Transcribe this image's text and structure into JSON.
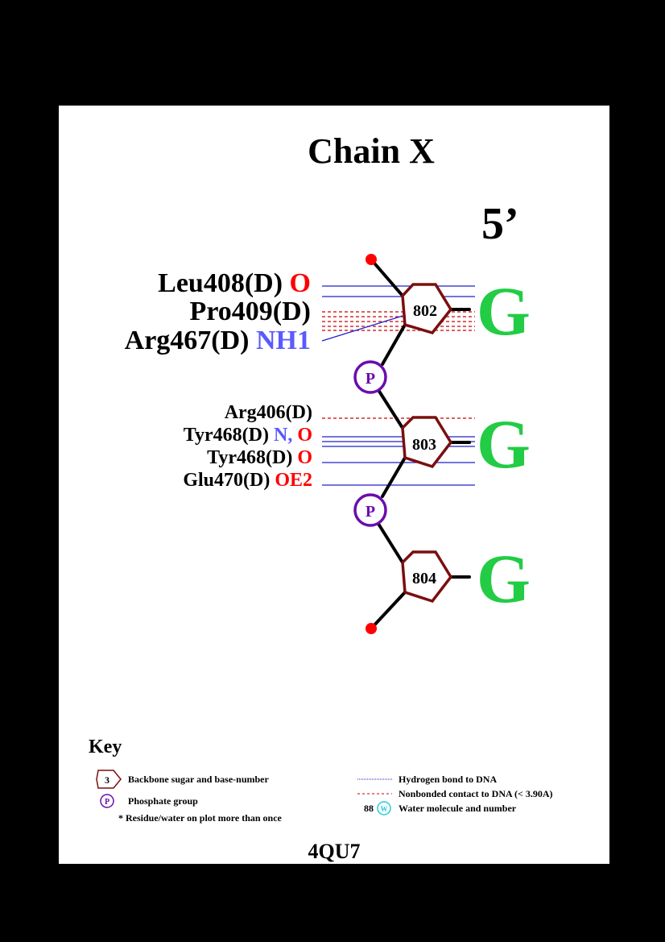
{
  "title": "Chain X",
  "five_prime": "5’",
  "pdb_id": "4QU7",
  "colors": {
    "sugar": "#7a0f0f",
    "phosphate": "#6a0dad",
    "base": "#22cc44",
    "hbond": "#2222cc",
    "nonbonded": "#cc0000",
    "atom_red": "#ff0000",
    "atom_blue": "#5a5aff",
    "water": "#22ccdd"
  },
  "nucleotides": [
    {
      "number": "802",
      "base": "G"
    },
    {
      "number": "803",
      "base": "G"
    },
    {
      "number": "804",
      "base": "G"
    }
  ],
  "phosphates": [
    {
      "label": "P"
    },
    {
      "label": "P"
    }
  ],
  "residues": [
    {
      "name": "Leu408(D)",
      "atoms": [
        {
          "text": " O",
          "color": "red"
        }
      ],
      "contacts": [
        "hbond"
      ]
    },
    {
      "name": "Pro409(D)",
      "atoms": [],
      "contacts": [
        "nonbonded"
      ]
    },
    {
      "name": "Arg467(D)",
      "atoms": [
        {
          "text": " NH1",
          "color": "blue"
        }
      ],
      "contacts": [
        "hbond"
      ]
    },
    {
      "name": "Arg406(D)",
      "atoms": [],
      "contacts": [
        "nonbonded"
      ]
    },
    {
      "name": "Tyr468(D)",
      "atoms": [
        {
          "text": " N,",
          "color": "blue"
        },
        {
          "text": " O",
          "color": "red"
        }
      ],
      "contacts": [
        "hbond"
      ]
    },
    {
      "name": "Tyr468(D)",
      "atoms": [
        {
          "text": " O",
          "color": "red"
        }
      ],
      "contacts": [
        "hbond"
      ]
    },
    {
      "name": "Glu470(D)",
      "atoms": [
        {
          "text": " OE2",
          "color": "red"
        }
      ],
      "contacts": [
        "hbond"
      ]
    }
  ],
  "key": {
    "title": "Key",
    "sugar_sample": "3",
    "sugar_label": "Backbone sugar and base-number",
    "phosphate_sample": "P",
    "phosphate_label": "Phosphate group",
    "multi_label": "* Residue/water on plot more than once",
    "hbond_label": "Hydrogen bond to DNA",
    "nonbonded_label": "Nonbonded contact to DNA (< 3.90A)",
    "water_sample_number": "88",
    "water_sample": "W",
    "water_label": "Water molecule and number"
  }
}
